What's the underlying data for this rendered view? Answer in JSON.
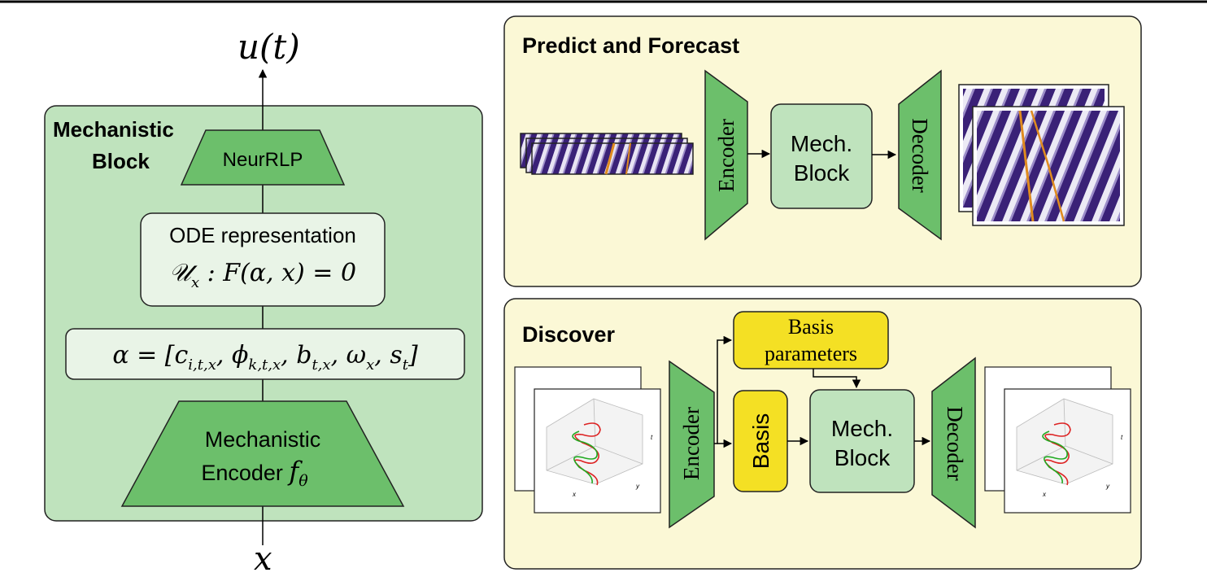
{
  "left": {
    "output_label": "u(t)",
    "input_label": "x",
    "block_title_line1": "Mechanistic",
    "block_title_line2": "Block",
    "neurrlp_label": "NeurRLP",
    "ode_line1": "ODE representation",
    "ode_line2": "𝒰",
    "ode_line2_sub": "x",
    "ode_line2_rest": " : F(α, x) = 0",
    "alpha_formula": "α = [c",
    "alpha_sub1": "i,t,x",
    "alpha_mid1": ", ϕ",
    "alpha_sub2": "k,t,x",
    "alpha_mid2": ", b",
    "alpha_sub3": "t,x",
    "alpha_mid3": ", ω",
    "alpha_sub4": "x",
    "alpha_mid4": ", s",
    "alpha_sub5": "t",
    "alpha_end": "]",
    "encoder_line1": "Mechanistic",
    "encoder_line2": "Encoder ",
    "encoder_f": "f",
    "encoder_theta": "θ"
  },
  "predict": {
    "title": "Predict and Forecast",
    "encoder_label": "Encoder",
    "mech_line1": "Mech.",
    "mech_line2": "Block",
    "decoder_label": "Decoder"
  },
  "discover": {
    "title": "Discover",
    "basis_params_line1": "Basis",
    "basis_params_line2": "parameters",
    "encoder_label": "Encoder",
    "basis_label": "Basis",
    "mech_line1": "Mech.",
    "mech_line2": "Block",
    "decoder_label": "Decoder",
    "plot_axis_x": "x",
    "plot_axis_y": "y",
    "plot_axis_t": "t"
  },
  "colors": {
    "green_panel": "#bfe3bd",
    "green_shape": "#6cbf6b",
    "yellow_panel": "#fbf8d6",
    "yellow_box": "#f4e024",
    "node_fill": "#bfe3bd"
  }
}
